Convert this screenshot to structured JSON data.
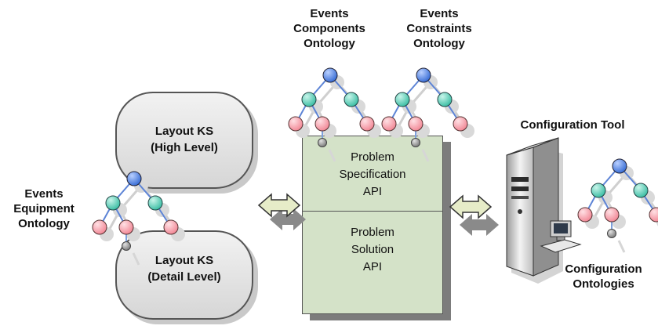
{
  "labels": {
    "components_ontology": [
      "Events",
      "Components",
      "Ontology"
    ],
    "constraints_ontology": [
      "Events",
      "Constraints",
      "Ontology"
    ],
    "equipment_ontology": [
      "Events",
      "Equipment",
      "Ontology"
    ],
    "configuration_tool": "Configuration Tool",
    "configuration_ontologies": [
      "Configuration",
      "Ontologies"
    ]
  },
  "knowledge_sources": {
    "high": [
      "Layout KS",
      "(High Level)"
    ],
    "detail": [
      "Layout KS",
      "(Detail Level)"
    ]
  },
  "api_box": {
    "problem_specification": [
      "Problem",
      "Specification",
      "API"
    ],
    "problem_solution": [
      "Problem",
      "Solution",
      "API"
    ]
  },
  "colors": {
    "root_node": "#3b6fd6",
    "middle_node": "#3fbfa6",
    "leaf_node": "#f28a98",
    "gray_node": "#8c8c8c",
    "box_fill": "#d4e2c8",
    "arrow_fill": "#e6ecc8"
  }
}
